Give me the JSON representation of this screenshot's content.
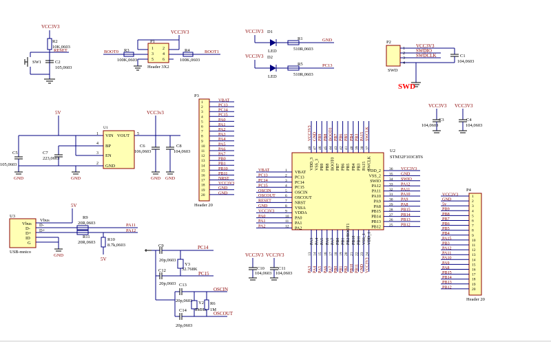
{
  "colors": {
    "wire": "#000080",
    "label": "#8b0000",
    "body_fill": "#ffffb4",
    "body_stroke": "#8b0000",
    "text": "#000000"
  },
  "reset": {
    "vcc": "VCC3V3",
    "r_ref": "R2",
    "r_val": "10K,0603",
    "net": "RESET",
    "sw": "SW1",
    "c_ref": "C2",
    "c_val": "105,0603"
  },
  "boot": {
    "vcc": "VCC3V3",
    "p_ref": "P1",
    "p_name": "Header 3X2",
    "r3": "R3",
    "r3_val": "100K,0603",
    "r4": "R4",
    "r4_val": "100K,0603",
    "left_net": "BOOT0",
    "right_net": "BOOT1",
    "pins": [
      "1",
      "2",
      "3",
      "4",
      "5",
      "6"
    ]
  },
  "leds": {
    "vcc1": "VCC3V3",
    "d1": "D1",
    "led1": "LED",
    "r1": "R1",
    "r1_val": "510R,0603",
    "net1": "GND",
    "vcc2": "VCC3V3",
    "d2": "D2",
    "led2": "LED",
    "r5": "R5",
    "r5_val": "510R,0603",
    "net2": "PC13"
  },
  "swd": {
    "ref": "P2",
    "name": "SWD",
    "nets": [
      "VCC3V3",
      "SWDIO",
      "SWDCLK"
    ],
    "pins": [
      "1",
      "2",
      "3",
      "4"
    ],
    "c1": "C1",
    "c1_val": "104,0603",
    "title": "SWD"
  },
  "reg": {
    "ref": "U1",
    "vin": "VIN",
    "vout": "VOUT",
    "bp": "BP",
    "en": "EN",
    "gnd": "GND",
    "in5v": "5V",
    "vcc": "VCC3v3",
    "c5": "C5",
    "c5_val": "105,0603",
    "c7": "C7",
    "c7_val": "223,0603",
    "c6": "C6",
    "c6_val": "106,0603",
    "c8": "C8",
    "c8_val": "104,0603",
    "gnd1": "GND",
    "gnd2": "GND",
    "gnd3": "GND",
    "gnd4": "GND",
    "pin1": "1",
    "pin2": "2",
    "pin3": "3",
    "pin4": "4",
    "pin5": "5"
  },
  "p3": {
    "ref": "P3",
    "name": "Header 20",
    "nets": [
      "VBAT",
      "PC13",
      "PC14",
      "PC15",
      "PA0",
      "PA1",
      "PA2",
      "PA3",
      "PA4",
      "PA5",
      "PA6",
      "PA7",
      "PB0",
      "PB1",
      "PB10",
      "PB11",
      "NRST",
      "VCC3V3",
      "GND",
      "GND"
    ]
  },
  "decap": {
    "vcc1": "VCC3V3",
    "c3": "C3",
    "c3_val": "104,0603",
    "vcc2": "VCC3V3",
    "c4": "C4",
    "c4_val": "104,0603"
  },
  "mcu": {
    "ref": "U2",
    "part": "STM32F103C8T6",
    "left": [
      [
        "VBAT",
        "1",
        "VBAT"
      ],
      [
        "PC13",
        "2",
        "PC13"
      ],
      [
        "PC14",
        "3",
        "PC14"
      ],
      [
        "PC15",
        "4",
        "PC15"
      ],
      [
        "OSCIN",
        "5",
        "OSCIN"
      ],
      [
        "OSCOUT",
        "6",
        "OSCOUT"
      ],
      [
        "RESET",
        "7",
        "NRST"
      ],
      [
        "GND",
        "8",
        "VSSA"
      ],
      [
        "VCC3V3",
        "9",
        "VDDA"
      ],
      [
        "PA0",
        "10",
        "PA0"
      ],
      [
        "PA1",
        "11",
        "PA1"
      ],
      [
        "PA2",
        "12",
        "PA2"
      ]
    ],
    "right": [
      [
        "VCC3V3",
        "36",
        "VDD_2"
      ],
      [
        "GND",
        "35",
        "VSS_2"
      ],
      [
        "SWIO",
        "34",
        "SWIO"
      ],
      [
        "PA12",
        "33",
        "PA12"
      ],
      [
        "PA11",
        "32",
        "PA11"
      ],
      [
        "PA10",
        "31",
        "PA10"
      ],
      [
        "PA9",
        "30",
        "PA9"
      ],
      [
        "PA8",
        "29",
        "PA8"
      ],
      [
        "PB15",
        "28",
        "PB15"
      ],
      [
        "PB14",
        "27",
        "PB14"
      ],
      [
        "PB13",
        "26",
        "PB13"
      ],
      [
        "PB12",
        "25",
        "PB12"
      ]
    ],
    "top": [
      [
        "VCC3V3",
        "48",
        "VDD_3"
      ],
      [
        "GND",
        "47",
        "VSS_3"
      ],
      [
        "PB9",
        "46",
        "PB9"
      ],
      [
        "PB8",
        "45",
        "PB8"
      ],
      [
        "BOOT0",
        "44",
        "BOOT0"
      ],
      [
        "PB7",
        "43",
        "PB7"
      ],
      [
        "PB6",
        "42",
        "PB6"
      ],
      [
        "PB5",
        "41",
        "PB5"
      ],
      [
        "PB4",
        "40",
        "PB4"
      ],
      [
        "PB3",
        "39",
        "PB3"
      ],
      [
        "PA15",
        "38",
        "PA15"
      ],
      [
        "SWCLK",
        "37",
        "SWCLK"
      ]
    ],
    "bottom": [
      [
        "PA3",
        "13",
        "PA3"
      ],
      [
        "PA4",
        "14",
        "PA4"
      ],
      [
        "PA5",
        "15",
        "PA5"
      ],
      [
        "PA6",
        "16",
        "PA6"
      ],
      [
        "PA7",
        "17",
        "PA7"
      ],
      [
        "PB0",
        "18",
        "PB0"
      ],
      [
        "PB1",
        "19",
        "PB1"
      ],
      [
        "PB2",
        "20",
        "PB2/BOOT1"
      ],
      [
        "PB10",
        "21",
        "PB10"
      ],
      [
        "PB11",
        "22",
        "PB11"
      ],
      [
        "GND",
        "23",
        "VSS_1"
      ],
      [
        "VCC3V3",
        "24",
        "VDD_1"
      ]
    ]
  },
  "usb": {
    "ref": "U3",
    "name": "USB-mnico",
    "pins": [
      "Vbus",
      "D-",
      "D+",
      "ID",
      "G"
    ],
    "v5": "5V",
    "r9": "R9",
    "r9_val": "20R,0603",
    "r11": "R11",
    "r11_val": "20R,0603",
    "r10": "R10",
    "r10_val": "8.7k,0603",
    "vbus_net": "Vbus",
    "dm": "D-",
    "dp": "D+",
    "pa11": "PA11",
    "pa12": "PA12",
    "gnd": "GND",
    "v5b": "5V"
  },
  "crystal": {
    "c9": "C9",
    "c9_val": "20p,0603",
    "c12": "C12",
    "c12_val": "20p,0603",
    "y3": "Y3",
    "y3_val": "32.768K",
    "pc14": "PC14",
    "pc15": "PC15",
    "c13": "C13",
    "c13_val": "20p,0603",
    "c14": "C14",
    "c14_val": "20p,0603",
    "y2": "Y2",
    "y2_val": "8MHz",
    "r6": "R6",
    "r6_val": "1M",
    "oscin": "OSCIN",
    "oscout": "OSCOUT",
    "y_pins": [
      "1",
      "2",
      "3",
      "4"
    ]
  },
  "decap2": {
    "vcc1": "VCC3V3",
    "c10": "C10",
    "c10_val": "104,0603",
    "vcc2": "VCC3V3",
    "c11": "C11",
    "c11_val": "104,0603"
  },
  "p4": {
    "ref": "P4",
    "name": "Header 20",
    "nets": [
      "VCC3V3",
      "GND",
      "5v",
      "PB9",
      "PB8",
      "PB7",
      "PB6",
      "PB5",
      "PB4",
      "PA15",
      "PB3",
      "PA12",
      "PA11",
      "PA10",
      "PA9",
      "PA8",
      "PB15",
      "PB14",
      "PB13",
      "PB12"
    ]
  }
}
